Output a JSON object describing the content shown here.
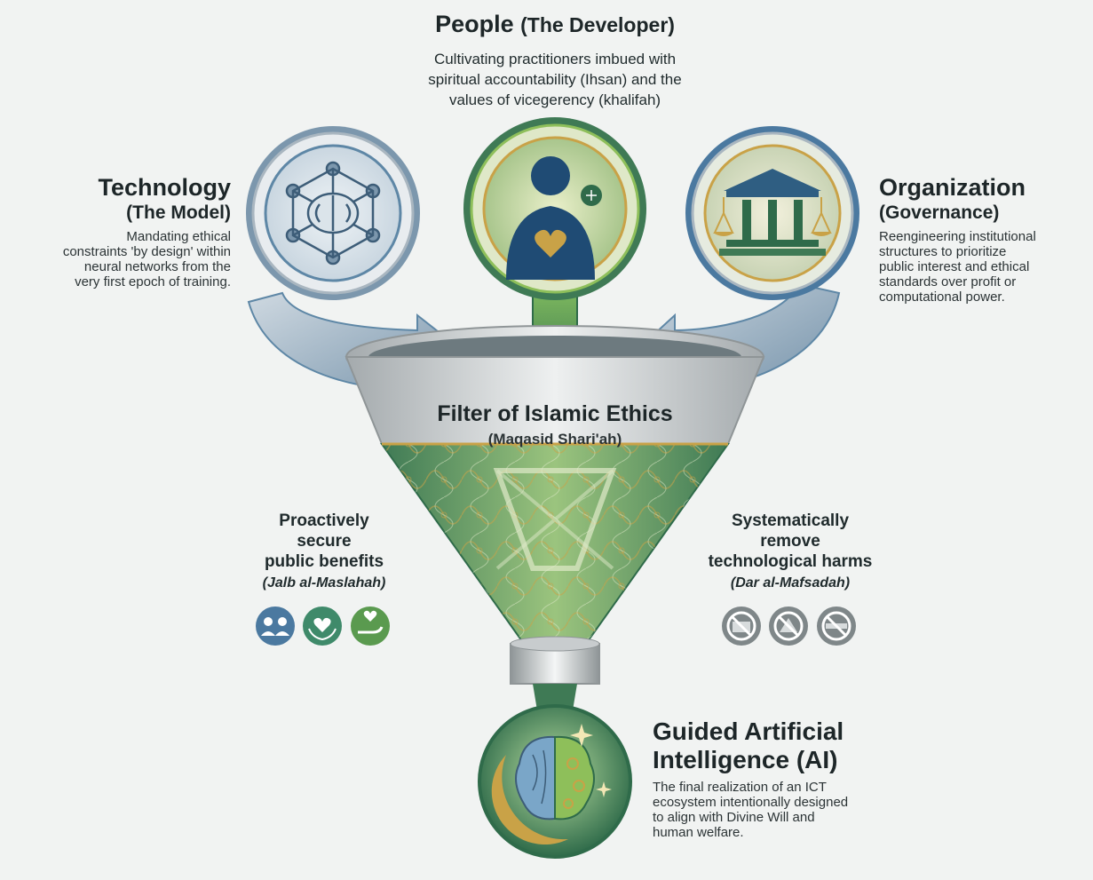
{
  "people": {
    "title": "People",
    "subtitle": "(The Developer)",
    "desc_lines": [
      "Cultivating practitioners imbued with",
      "spiritual accountability (Ihsan) and the",
      "values of vicegerency (khalifah)"
    ],
    "icon": "person-heart-icon"
  },
  "technology": {
    "title": "Technology",
    "subtitle": "(The Model)",
    "desc_lines": [
      "Mandating ethical",
      "constraints 'by design' within",
      "neural networks from the",
      "very first epoch of training."
    ],
    "icon": "neural-brain-icon"
  },
  "organization": {
    "title": "Organization",
    "subtitle": "(Governance)",
    "desc_lines": [
      "Reengineering institutional",
      "structures to prioritize",
      "public interest and ethical",
      "standards over profit or",
      "computational power."
    ],
    "icon": "scales-of-justice-icon"
  },
  "filter": {
    "title": "Filter of Islamic Ethics",
    "subtitle": "(Maqasid Shari'ah)"
  },
  "benefits": {
    "caption_lines": [
      "Proactively",
      "secure",
      "public benefits"
    ],
    "term": "(Jalb al-Maslahah)",
    "icons": [
      "community-icon",
      "heart-hands-icon",
      "care-hand-icon"
    ]
  },
  "harms": {
    "caption_lines": [
      "Systematically",
      "remove",
      "technological harms"
    ],
    "term": "(Dar al-Mafsadah)",
    "icons": [
      "no-harm-icon",
      "no-misuse-icon",
      "no-weapon-icon"
    ]
  },
  "outcome": {
    "title_lines": [
      "Guided Artificial",
      "Intelligence (AI)"
    ],
    "desc_lines": [
      "The final realization of an ICT",
      "ecosystem intentionally designed",
      "to align with Divine Will and",
      "human welfare."
    ],
    "icon": "guided-brain-icon"
  },
  "colors": {
    "steel_blue": "#5e87a6",
    "deep_green": "#2f6b4a",
    "light_green": "#8ebf5a",
    "gold": "#c9a247",
    "silver": "#b7bcbf"
  }
}
